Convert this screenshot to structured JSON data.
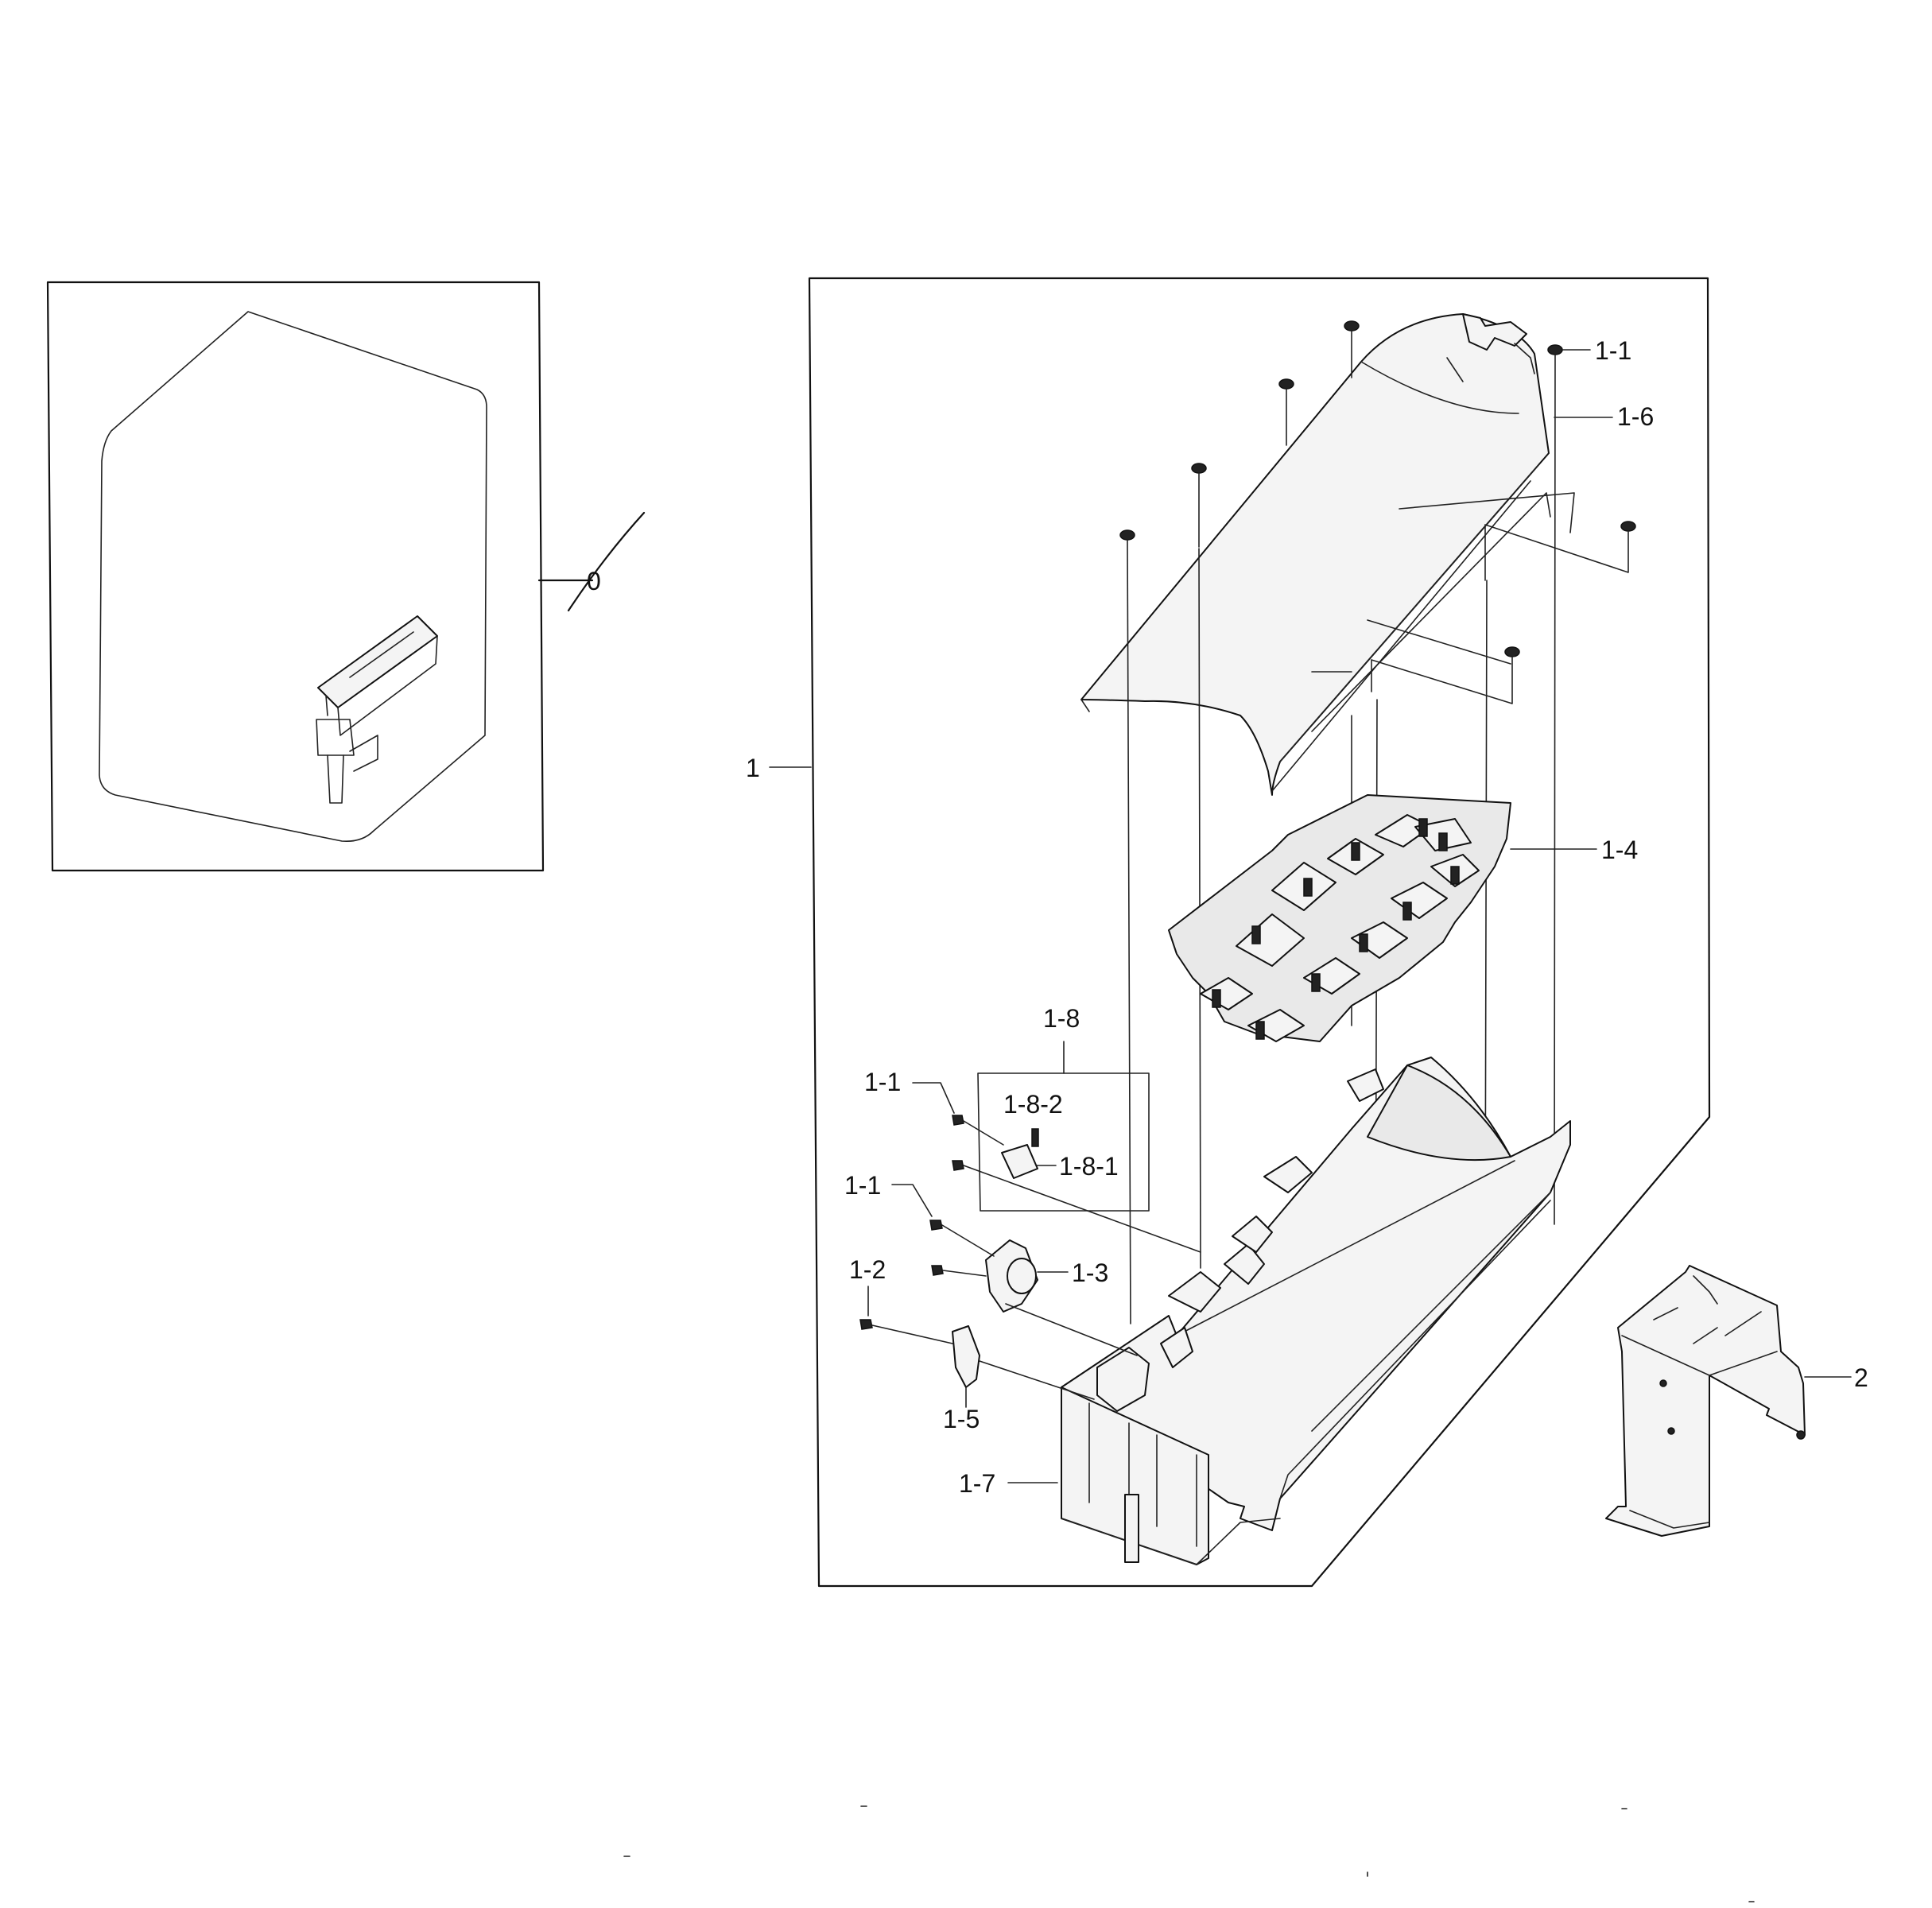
{
  "labels": {
    "ref_0": "0",
    "ref_1": "1",
    "ref_1_1_top": "1-1",
    "ref_1_6": "1-6",
    "ref_1_4": "1-4",
    "ref_1_8": "1-8",
    "ref_1_8_2": "1-8-2",
    "ref_1_8_1": "1-8-1",
    "ref_1_1_a": "1-1",
    "ref_1_1_b": "1-1",
    "ref_1_3": "1-3",
    "ref_1_2": "1-2",
    "ref_1_5": "1-5",
    "ref_1_7": "1-7",
    "ref_2": "2"
  }
}
